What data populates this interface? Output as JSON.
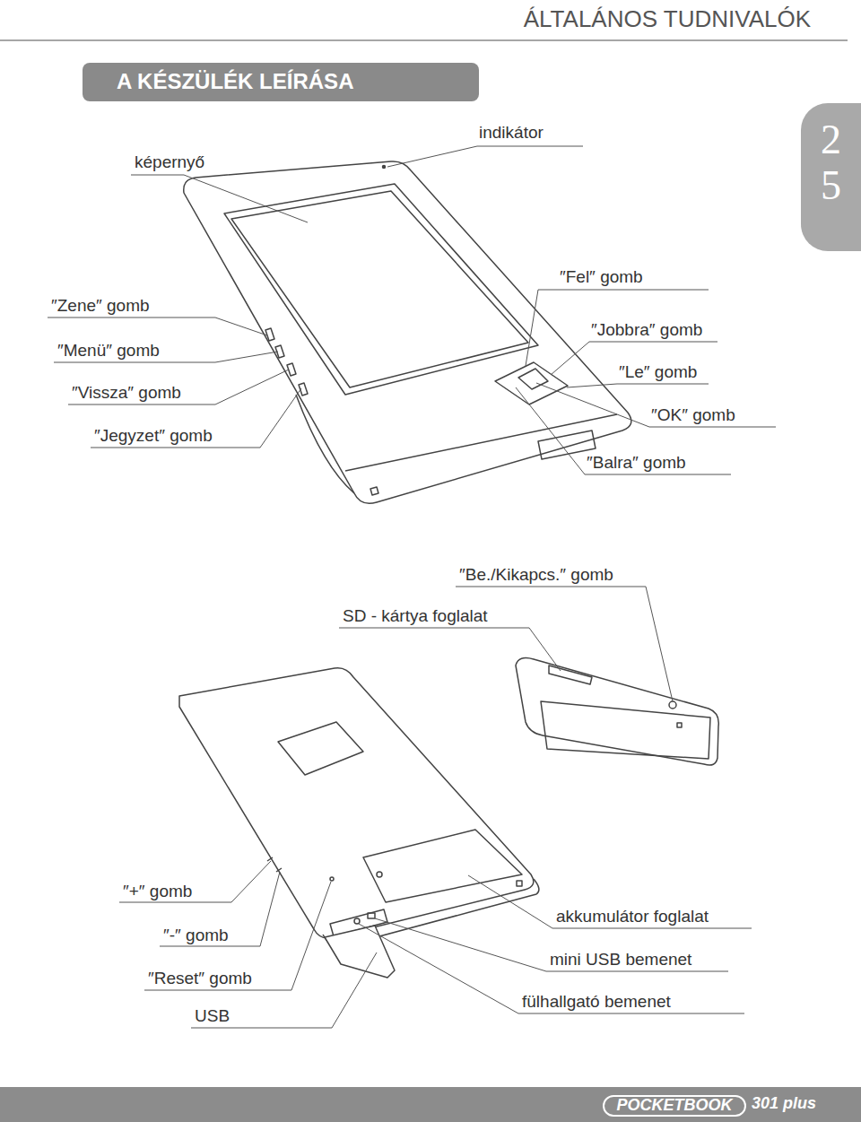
{
  "diagram": {
    "title": "ÁLTALÁNOS TUDNIVALÓK",
    "nodes": [
      {
        "text": [
          "A KÉSZÜLÉK LEÍRÁSA"
        ]
      },
      {
        "text": [
          "2 5"
        ]
      },
      {
        "text": [
          "301 plus"
        ]
      },
      {
        "text": [
          "POCKETBOOK"
        ],
        "in": 2
      }
    ],
    "labels": [
      "képernyő",
      "indikátor",
      "″Fel″ gomb",
      "″Zene″ gomb",
      "″Jobbra″ gomb",
      "″Menü″ gomb",
      "″Le″ gomb",
      "″Vissza″ gomb",
      "″OK″ gomb",
      "″Jegyzet″ gomb",
      "″Balra″ gomb",
      "″Be./Kikapcs.″ gomb",
      "SD - kártya foglalat",
      "″+″ gomb",
      "″-″ gomb",
      "akkumulátor foglalat",
      "″Reset″ gomb",
      "mini USB bemenet",
      "USB",
      "fülhallgató bemenet"
    ]
  }
}
